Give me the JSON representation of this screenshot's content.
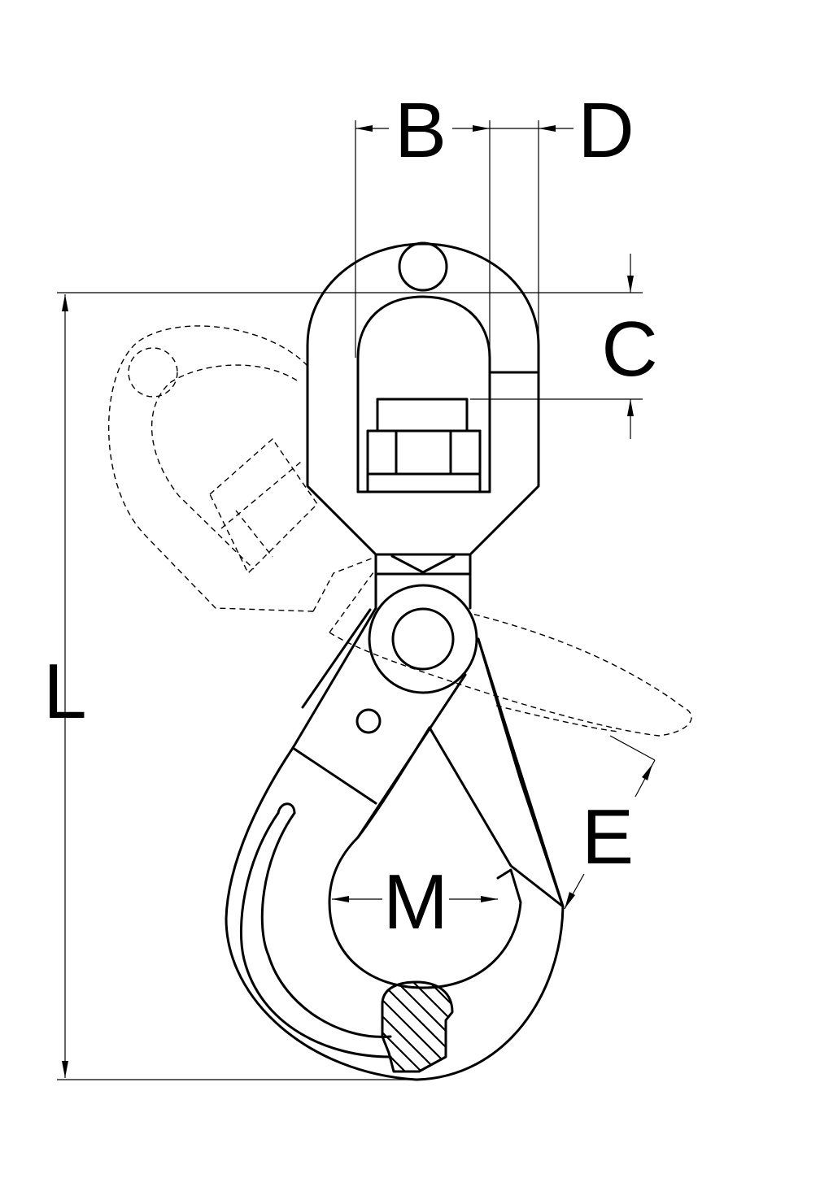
{
  "labels": {
    "B": "B",
    "C": "C",
    "D": "D",
    "E": "E",
    "L": "L",
    "M": "M"
  }
}
